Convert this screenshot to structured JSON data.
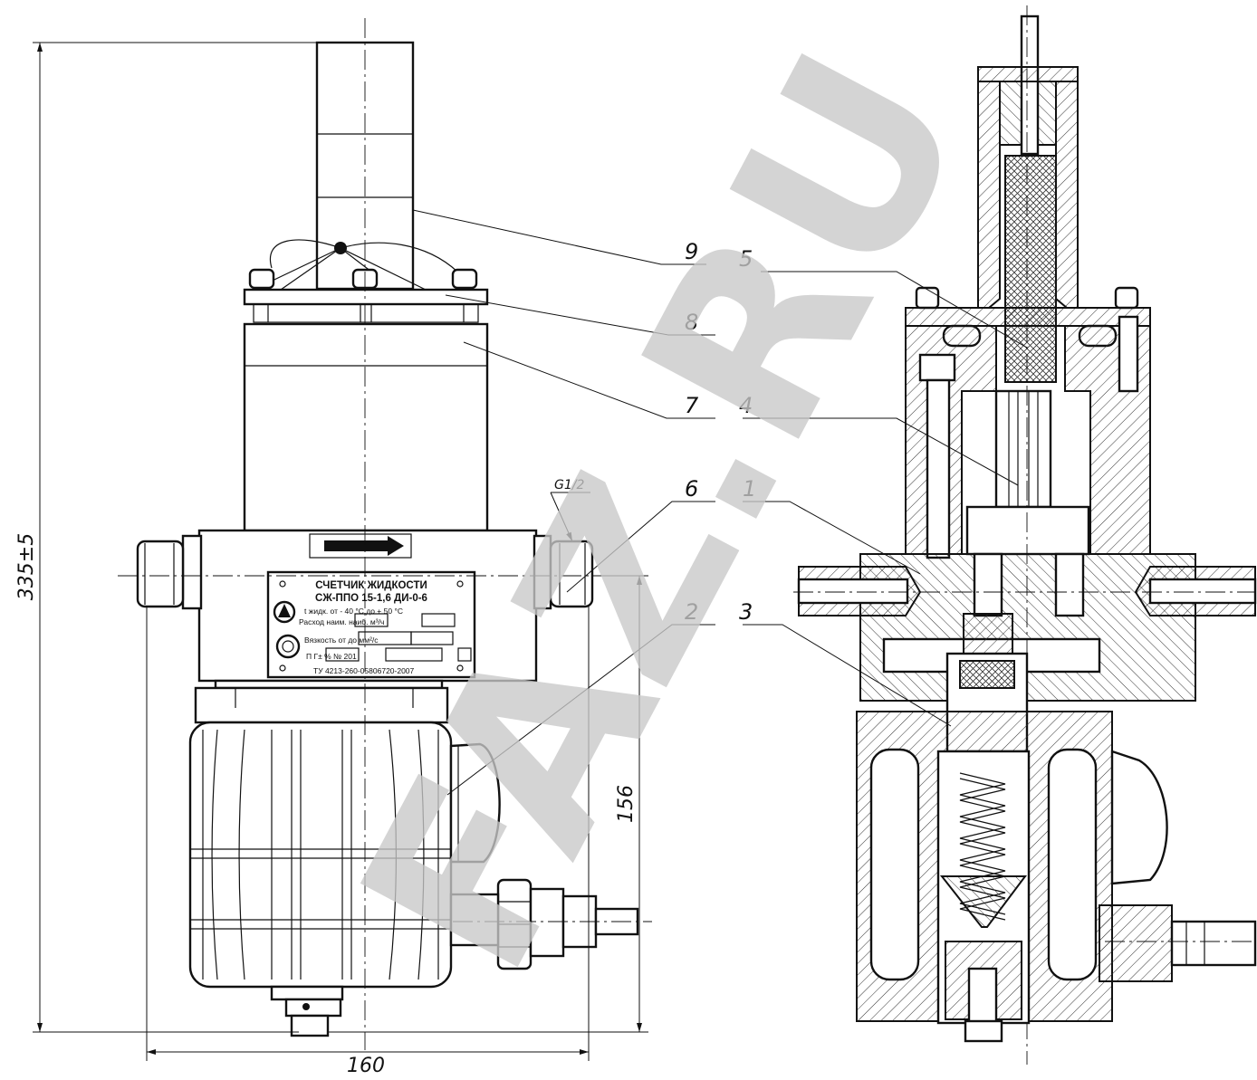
{
  "dimensions": {
    "height_total": "335±5",
    "width": "160",
    "height_lower": "156",
    "thread": "G1/2"
  },
  "callouts": [
    "9",
    "5",
    "8",
    "7",
    "4",
    "6",
    "1",
    "2",
    "3"
  ],
  "nameplate": {
    "title": "СЧЕТЧИК ЖИДКОСТИ",
    "model": "СЖ-ППО 15-1,6 ДИ-0-6",
    "temp": "t жидк. от - 40 °C до + 50 °C",
    "flow": "Расход наим.          наиб.          м³/ч",
    "viscosity": "Вязкость от          до          мм²/с",
    "error": "П Г±       %  №               201",
    "tu": "ТУ 4213-260-05806720-2007"
  },
  "watermark": "FAZ.RU"
}
